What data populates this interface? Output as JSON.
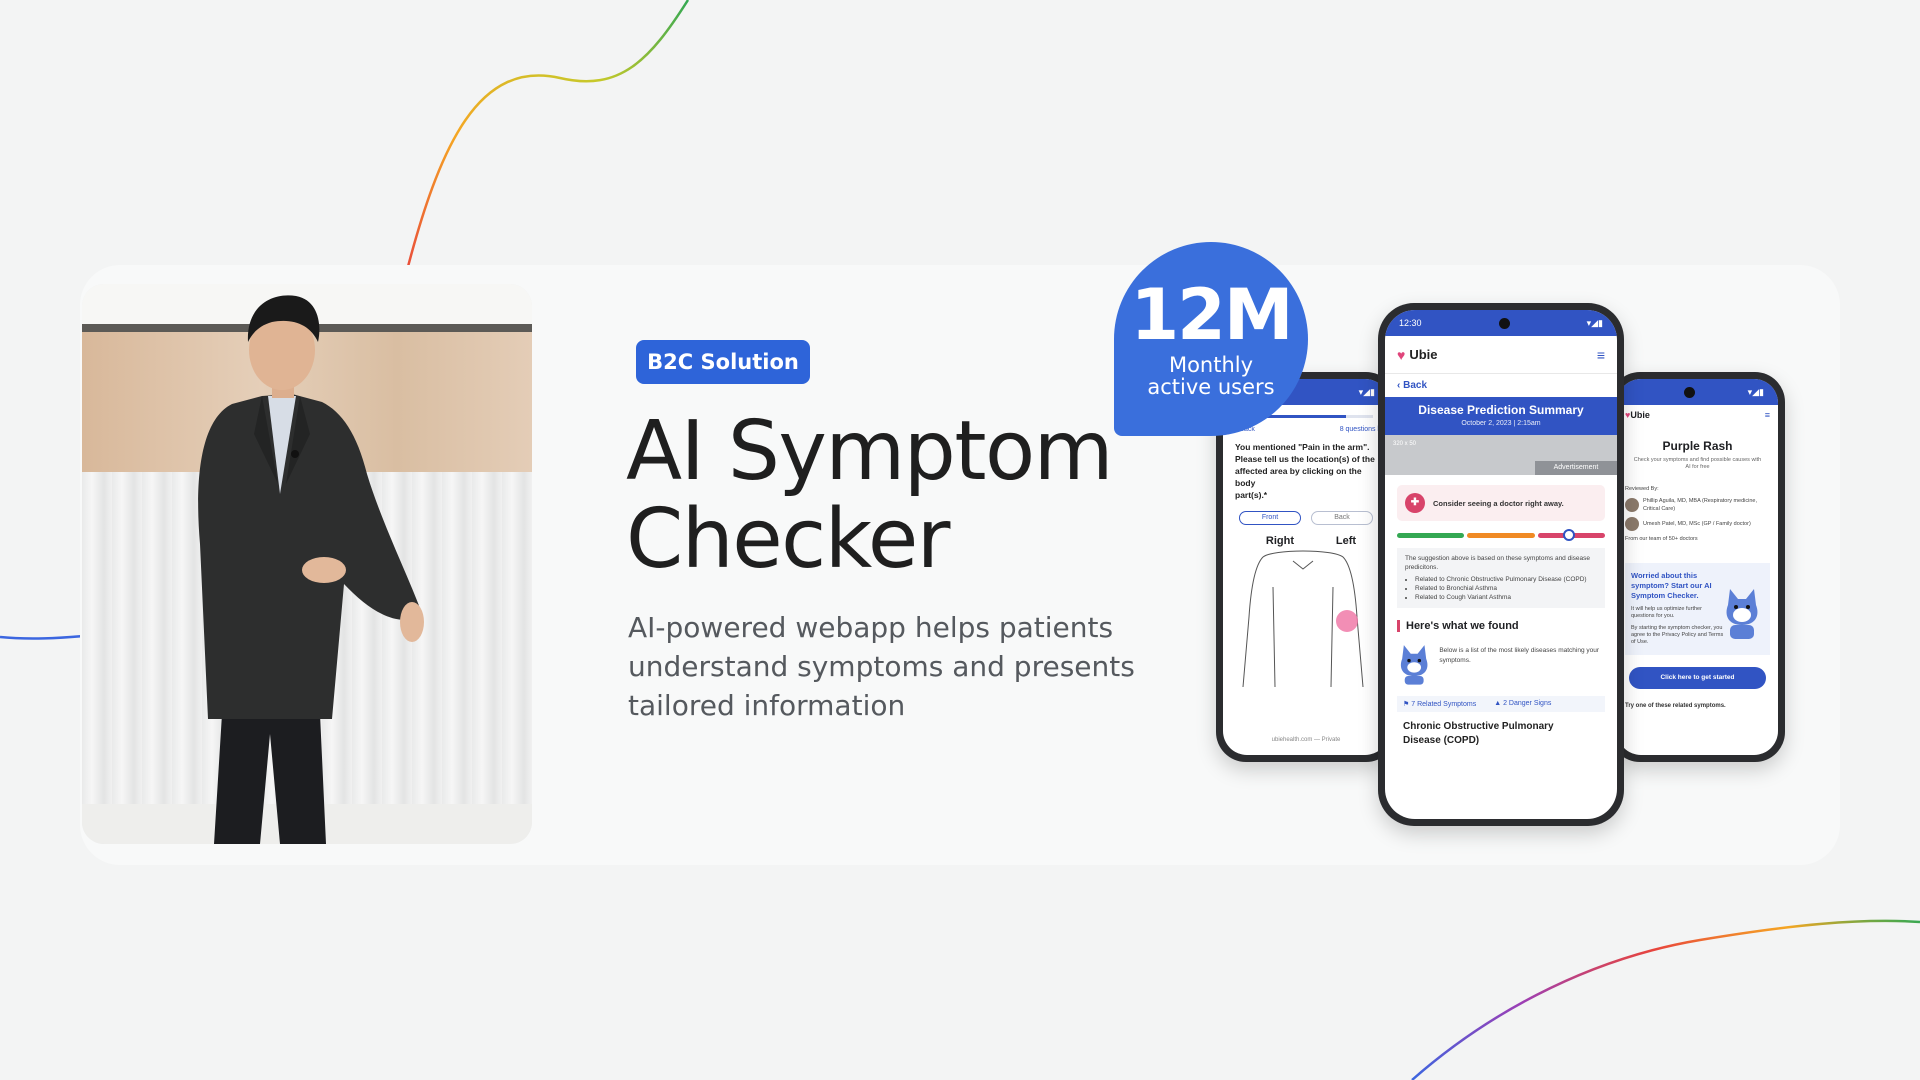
{
  "badge": "B2C Solution",
  "title_lines": [
    "AI Symptom",
    "Checker"
  ],
  "subtitle_lines": [
    "AI-powered webapp helps patients",
    "understand symptoms and presents",
    "tailored information"
  ],
  "stat": {
    "value": "12M",
    "label_lines": [
      "Monthly",
      "active users"
    ]
  },
  "colors": {
    "brand_blue": "#3154c3",
    "badge_blue": "#2e64d9",
    "bubble_blue": "#3a6fdc",
    "accent_pink": "#d8446a"
  },
  "phone_left": {
    "back": "Back",
    "questions": "8 questions l",
    "question_lines": [
      "You mentioned \"Pain in the arm\".",
      "Please tell us the location(s) of the",
      "affected area by clicking on the body",
      "part(s).*"
    ],
    "toggle_front": "Front",
    "toggle_back": "Back",
    "side_right": "Right",
    "side_left": "Left",
    "footer": "ubiehealth.com — Private"
  },
  "phone_center": {
    "time": "12:30",
    "brand": "Ubie",
    "back": "Back",
    "summary_title": "Disease Prediction Summary",
    "summary_date": "October 2, 2023   |   2:15am",
    "ad_size": "320 x 50",
    "ad_label": "Advertisement",
    "warning": "Consider seeing a doctor right away.",
    "basis_text": "The suggestion above is based on these symptoms and disease predicitons.",
    "related_items": [
      "Related to Chronic Obstructive Pulmonary Disease (COPD)",
      "Related to Bronchial Asthma",
      "Related to Cough Variant Asthma"
    ],
    "found_heading": "Here's what we found",
    "found_text": "Below is a list of the most likely diseases matching your symptoms.",
    "tag_symptoms": "7 Related Symptoms",
    "tag_danger": "2 Danger Signs",
    "disease_lines": [
      "Chronic Obstructive Pulmonary",
      "Disease (COPD)"
    ]
  },
  "phone_right": {
    "brand": "Ubie",
    "title": "Purple Rash",
    "subtitle": "Check your symptoms and find possible causes with AI for free",
    "reviewed_by": "Reviewed By:",
    "reviewer_1": "Phillip Aguila, MD, MBA (Respiratory medicine, Critical Care)",
    "reviewer_2": "Umesh Patel, MD, MSc (GP / Family doctor)",
    "team": "From our team of 50+ doctors",
    "worried": "Worried about this symptom? Start our AI Symptom Checker.",
    "worried_sub": "It will help us optimize further questions for you.",
    "terms": "By starting the symptom checker, you agree to the Privacy Policy and Terms of Use.",
    "cta": "Click here to get started",
    "related": "Try one of these related symptoms."
  }
}
